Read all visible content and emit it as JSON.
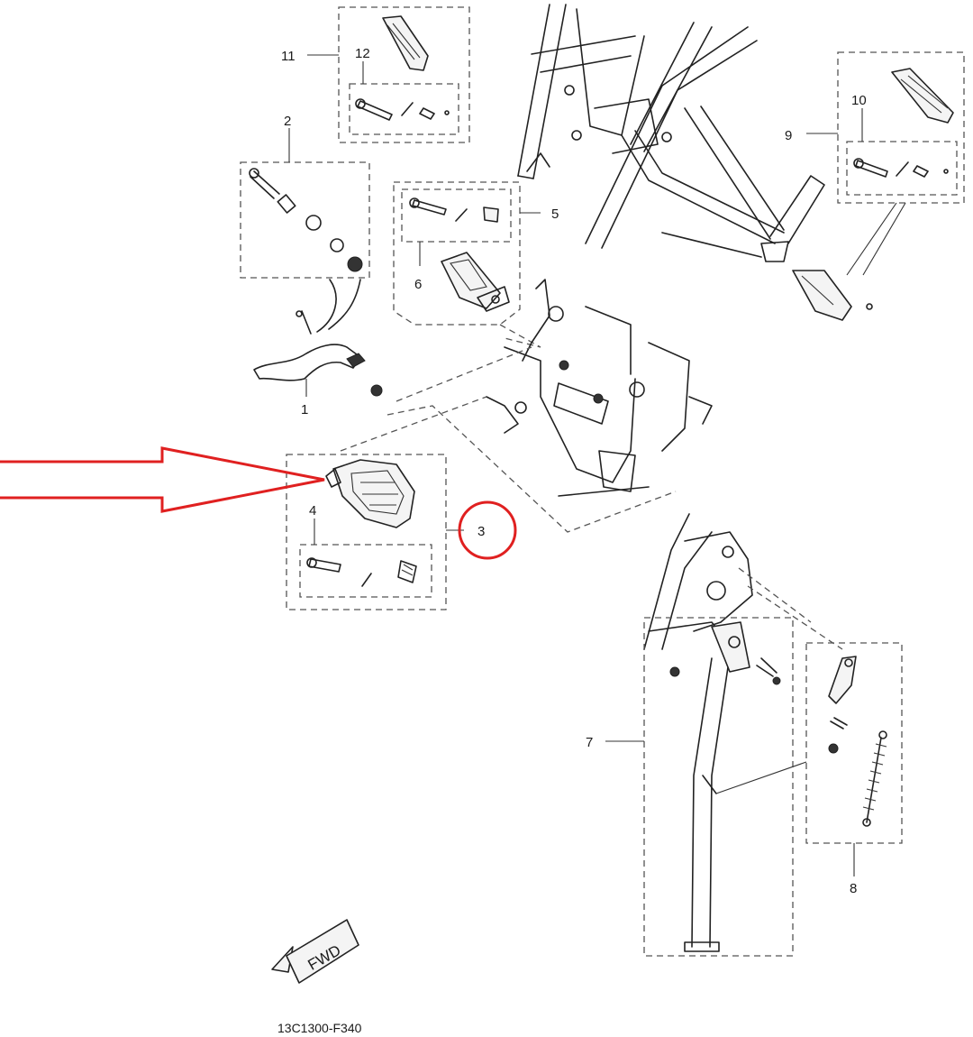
{
  "diagram": {
    "part_labels": [
      "1",
      "2",
      "3",
      "4",
      "5",
      "6",
      "7",
      "8",
      "9",
      "10",
      "11",
      "12"
    ],
    "direction_label": "FWD",
    "diagram_code": "13C1300-F340",
    "highlight_target": "3",
    "colors": {
      "highlight": "#e02020",
      "line": "#222222",
      "background": "#ffffff"
    }
  }
}
